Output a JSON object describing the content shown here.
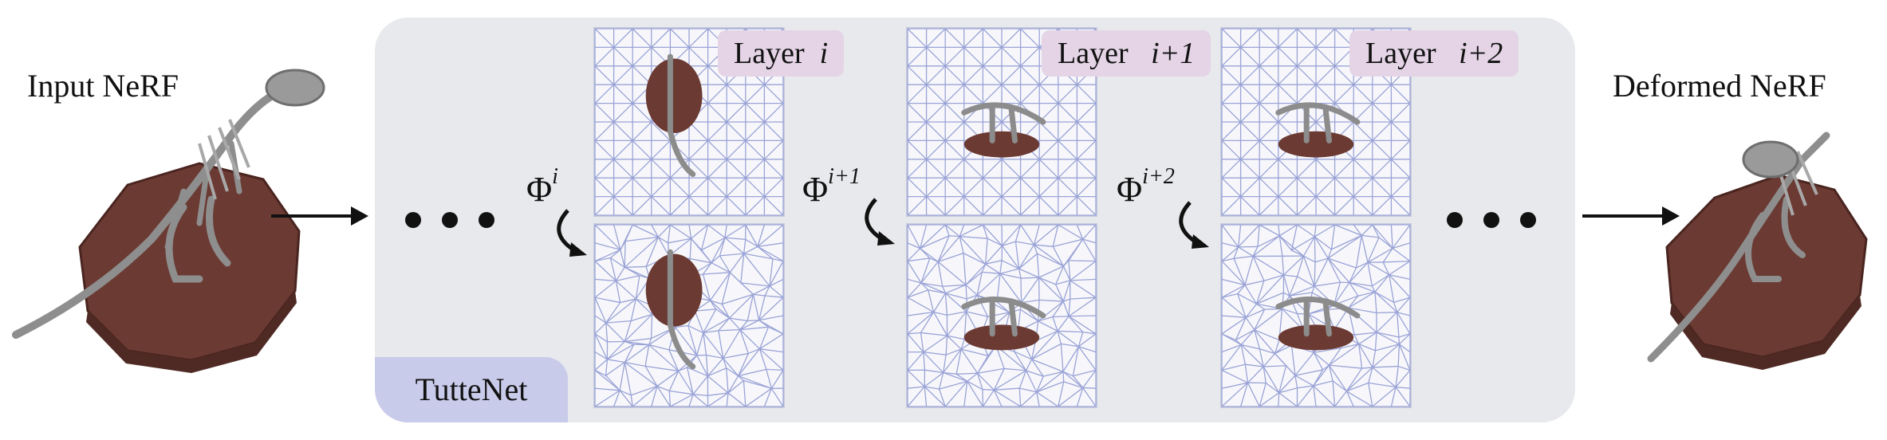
{
  "input_label": "Input NeRF",
  "output_label": "Deformed NeRF",
  "net_label": "TutteNet",
  "layers": [
    {
      "label_word": "Layer",
      "label_index": "i",
      "phi_sup": "i"
    },
    {
      "label_word": "Layer",
      "label_index": "i+1",
      "phi_sup": "i+1"
    },
    {
      "label_word": "Layer",
      "label_index": "i+2",
      "phi_sup": "i+2"
    }
  ],
  "phi_symbol": "Φ",
  "colors": {
    "panel": "#e8e9ec",
    "tutte_tag": "#c9cbea",
    "layer_tag": "#e4d4e6",
    "mesh": "#9aa3d6",
    "platform": "#6b3a33",
    "skeleton": "#8c8c8c"
  }
}
